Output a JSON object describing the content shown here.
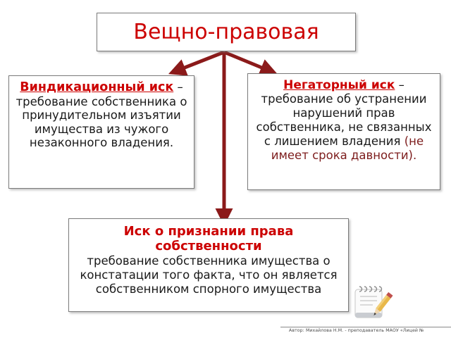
{
  "diagram": {
    "title": {
      "text": "Вещно-правовая"
    },
    "nodes": {
      "vindication": {
        "term": "Виндикационный иск",
        "dash": " –",
        "description": "требование собственника о принудительном изъятии имущества из чужого незаконного владения."
      },
      "negatory": {
        "term": "Негаторный иск",
        "dash": " –",
        "description": "требование об устранении нарушений прав собственника, не связанных с лишением владения",
        "note": "(не имеет срока давности)."
      },
      "ownership_recognition": {
        "term": "Иск о признании права собственности",
        "description": "требование собственника имущества о констатации того факта, что он является собственником спорного имущества"
      }
    },
    "icons": {
      "notepad": "notepad-pencil-icon"
    },
    "footer": {
      "credit": "Автор: Михайлова Н.М. - преподаватель  МАОУ «Лицей №"
    },
    "colors": {
      "heading_red": "#CC0000",
      "arrow_maroon": "#8B1A1A",
      "note_dark_red": "#7D1D1D",
      "body_text": "#1A1A1A",
      "border_gray": "#7A7A7A",
      "background": "#FFFFFF"
    }
  }
}
